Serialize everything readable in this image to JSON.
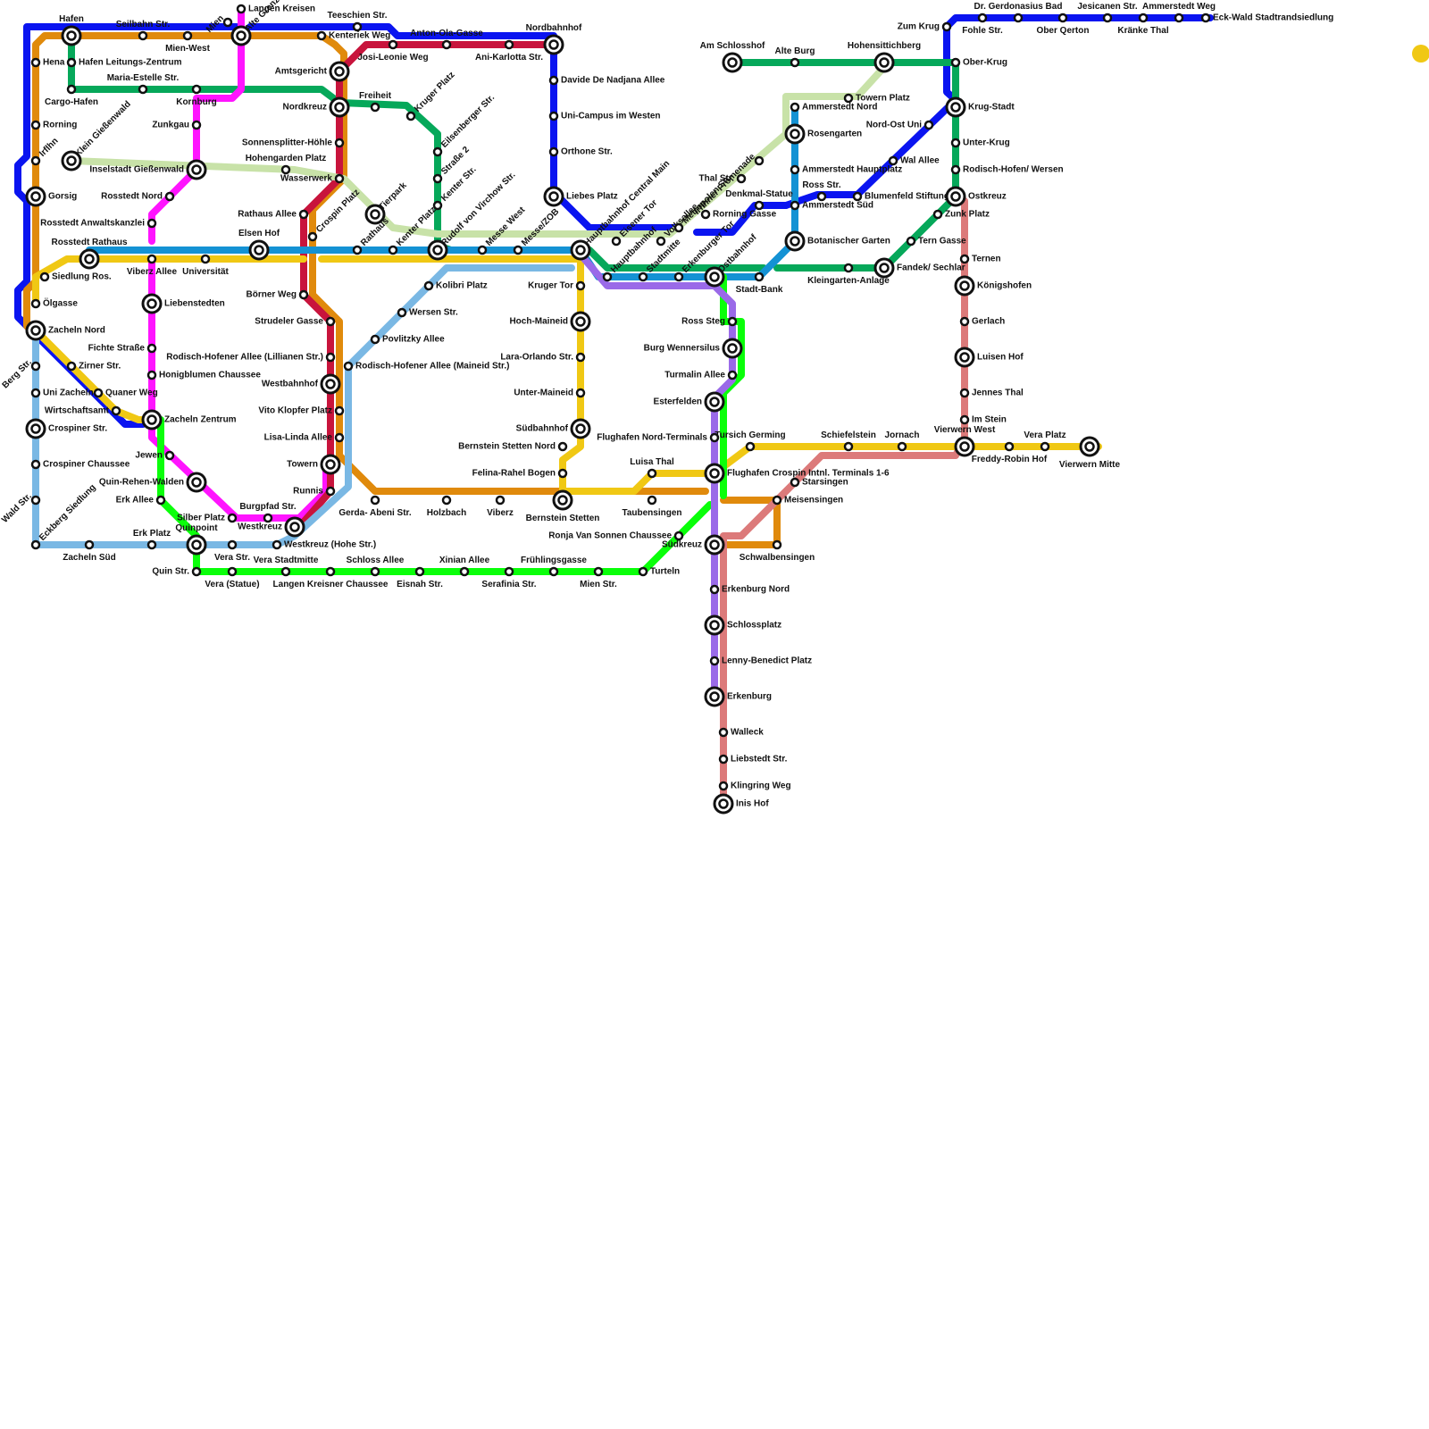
{
  "lines": [
    {
      "id": "blue",
      "color": "#0a14f0"
    },
    {
      "id": "orange",
      "color": "#e08a0c"
    },
    {
      "id": "green",
      "color": "#06a85a"
    },
    {
      "id": "magenta",
      "color": "#ff14ff"
    },
    {
      "id": "crimson",
      "color": "#c8143c"
    },
    {
      "id": "yellow",
      "color": "#f0c814"
    },
    {
      "id": "lightblue",
      "color": "#7ab8e4"
    },
    {
      "id": "skyblue",
      "color": "#1492d4"
    },
    {
      "id": "palegreen",
      "color": "#c8e2a8"
    },
    {
      "id": "lime",
      "color": "#0aff0a"
    },
    {
      "id": "purple",
      "color": "#9a6ae8"
    },
    {
      "id": "salmon",
      "color": "#dc7a7a"
    }
  ],
  "stations": [
    {
      "name": "Hafen",
      "interchange": true
    },
    {
      "name": "Seilbahn Str.",
      "interchange": false
    },
    {
      "name": "Mien-West",
      "interchange": false
    },
    {
      "name": "Mien",
      "interchange": false
    },
    {
      "name": "Langen Kreisen",
      "interchange": false
    },
    {
      "name": "Alte Grenzstadt Nordberg",
      "interchange": true
    },
    {
      "name": "Teeschien Str.",
      "interchange": false
    },
    {
      "name": "Kenteriek Weg",
      "interchange": false
    },
    {
      "name": "Anton-Ola-Gasse",
      "interchange": false
    },
    {
      "name": "Josi-Leonie Weg",
      "interchange": false
    },
    {
      "name": "Ani-Karlotta Str.",
      "interchange": false
    },
    {
      "name": "Nordbahnhof",
      "interchange": true
    },
    {
      "name": "Hena",
      "interchange": false
    },
    {
      "name": "Hafen Leitungs-Zentrum",
      "interchange": false
    },
    {
      "name": "Cargo-Hafen",
      "interchange": false
    },
    {
      "name": "Maria-Estelle Str.",
      "interchange": false
    },
    {
      "name": "Kornburg",
      "interchange": false
    },
    {
      "name": "Amtsgericht",
      "interchange": true
    },
    {
      "name": "Nordkreuz",
      "interchange": true
    },
    {
      "name": "Freiheit",
      "interchange": false
    },
    {
      "name": "Kruger Platz",
      "interchange": false
    },
    {
      "name": "Eilsenberger Str.",
      "interchange": false
    },
    {
      "name": "Davide De Nadjana Allee",
      "interchange": false
    },
    {
      "name": "Uni-Campus im Westen",
      "interchange": false
    },
    {
      "name": "Orthone Str.",
      "interchange": false
    },
    {
      "name": "Liebes Platz",
      "interchange": true
    },
    {
      "name": "Rorning",
      "interchange": false
    },
    {
      "name": "Irflhn",
      "interchange": false
    },
    {
      "name": "Klein Gießenwald",
      "interchange": true
    },
    {
      "name": "Zunkgau",
      "interchange": false
    },
    {
      "name": "Inselstadt Gießenwald",
      "interchange": true
    },
    {
      "name": "Sonnensplitter-Höhle",
      "interchange": false
    },
    {
      "name": "Hohengarden Platz",
      "interchange": false
    },
    {
      "name": "Wasserwerk",
      "interchange": false
    },
    {
      "name": "Straße 2",
      "interchange": false
    },
    {
      "name": "Kenter Str.",
      "interchange": false
    },
    {
      "name": "Gorsig",
      "interchange": true
    },
    {
      "name": "Rosstedt Nord",
      "interchange": false
    },
    {
      "name": "Tierpark",
      "interchange": true
    },
    {
      "name": "Rathaus Allee",
      "interchange": false
    },
    {
      "name": "Crospin Platz",
      "interchange": false
    },
    {
      "name": "Rosstedt Anwaltskanzlei",
      "interchange": false
    },
    {
      "name": "Rosstedt Rathaus",
      "interchange": true
    },
    {
      "name": "Elsen Hof",
      "interchange": true
    },
    {
      "name": "Rathaus",
      "interchange": false
    },
    {
      "name": "Kenter Platz",
      "interchange": false
    },
    {
      "name": "Rudolf von Virchow Str.",
      "interchange": true
    },
    {
      "name": "Messe West",
      "interchange": false
    },
    {
      "name": "Messe/ZOB",
      "interchange": false
    },
    {
      "name": "Hauptbahnhof Central Main",
      "interchange": true
    },
    {
      "name": "Viberz Allee",
      "interchange": false
    },
    {
      "name": "Universität",
      "interchange": false
    },
    {
      "name": "Siedlung Ros.",
      "interchange": false
    },
    {
      "name": "Ölgasse",
      "interchange": false
    },
    {
      "name": "Zacheln Nord",
      "interchange": true
    },
    {
      "name": "Liebenstedten",
      "interchange": true
    },
    {
      "name": "Börner Weg",
      "interchange": false
    },
    {
      "name": "Kolibri Platz",
      "interchange": false
    },
    {
      "name": "Kruger Tor",
      "interchange": false
    },
    {
      "name": "Strudeler Gasse",
      "interchange": false
    },
    {
      "name": "Wersen Str.",
      "interchange": false
    },
    {
      "name": "Povlitzky Allee",
      "interchange": false
    },
    {
      "name": "Hoch-Maineid",
      "interchange": true
    },
    {
      "name": "Fichte Straße",
      "interchange": false
    },
    {
      "name": "Rodisch-Hofener Allee (Lillianen Str.)",
      "interchange": false
    },
    {
      "name": "Rodisch-Hofener Allee (Maineid Str.)",
      "interchange": false
    },
    {
      "name": "Lara-Orlando Str.",
      "interchange": false
    },
    {
      "name": "Berg Str.",
      "interchange": false
    },
    {
      "name": "Zirner Str.",
      "interchange": false
    },
    {
      "name": "Honigblumen Chaussee",
      "interchange": false
    },
    {
      "name": "Westbahnhof",
      "interchange": true
    },
    {
      "name": "Uni Zacheln",
      "interchange": false
    },
    {
      "name": "Quaner Weg",
      "interchange": false
    },
    {
      "name": "Unter-Maineid",
      "interchange": false
    },
    {
      "name": "Wirtschaftsamt",
      "interchange": false
    },
    {
      "name": "Vito Klopfer Platz",
      "interchange": false
    },
    {
      "name": "Zacheln Zentrum",
      "interchange": true
    },
    {
      "name": "Crospiner Str.",
      "interchange": true
    },
    {
      "name": "Südbahnhof",
      "interchange": true
    },
    {
      "name": "Lisa-Linda Allee",
      "interchange": false
    },
    {
      "name": "Bernstein Stetten Nord",
      "interchange": false
    },
    {
      "name": "Jewen",
      "interchange": false
    },
    {
      "name": "Towern",
      "interchange": true
    },
    {
      "name": "Crospiner Chaussee",
      "interchange": false
    },
    {
      "name": "Felina-Rahel Bogen",
      "interchange": false
    },
    {
      "name": "Quin-Rehen-Walden",
      "interchange": true
    },
    {
      "name": "Runnis",
      "interchange": false
    },
    {
      "name": "Erk Allee",
      "interchange": false
    },
    {
      "name": "Gerda- Abeni Str.",
      "interchange": false
    },
    {
      "name": "Holzbach",
      "interchange": false
    },
    {
      "name": "Viberz",
      "interchange": false
    },
    {
      "name": "Bernstein Stetten",
      "interchange": true
    },
    {
      "name": "Wald Str.",
      "interchange": false
    },
    {
      "name": "Eckberg Siedlung",
      "interchange": false
    },
    {
      "name": "Burgpfad Str.",
      "interchange": false
    },
    {
      "name": "Silber Platz",
      "interchange": false
    },
    {
      "name": "Westkreuz",
      "interchange": true
    },
    {
      "name": "Erk Platz",
      "interchange": false
    },
    {
      "name": "Quinpoint",
      "interchange": true
    },
    {
      "name": "Zacheln Süd",
      "interchange": false
    },
    {
      "name": "Vera Str.",
      "interchange": false
    },
    {
      "name": "Westkreuz (Hohe Str.)",
      "interchange": false
    },
    {
      "name": "Quin Str.",
      "interchange": false
    },
    {
      "name": "Vera (Statue)",
      "interchange": false
    },
    {
      "name": "Vera Stadtmitte",
      "interchange": false
    },
    {
      "name": "Langen Kreisner Chaussee",
      "interchange": false
    },
    {
      "name": "Schloss Allee",
      "interchange": false
    },
    {
      "name": "Eisnah Str.",
      "interchange": false
    },
    {
      "name": "Xinian Allee",
      "interchange": false
    },
    {
      "name": "Serafinia Str.",
      "interchange": false
    },
    {
      "name": "Frühlingsgasse",
      "interchange": false
    },
    {
      "name": "Mien Str.",
      "interchange": false
    },
    {
      "name": "Turteln",
      "interchange": false
    },
    {
      "name": "Am Schlosshof",
      "interchange": true
    },
    {
      "name": "Alte Burg",
      "interchange": false
    },
    {
      "name": "Hohensittichberg",
      "interchange": true
    },
    {
      "name": "Zum Krug",
      "interchange": false
    },
    {
      "name": "Fohle Str.",
      "interchange": false
    },
    {
      "name": "Dr. Gerdonasius Bad",
      "interchange": false
    },
    {
      "name": "Ober Qerton",
      "interchange": false
    },
    {
      "name": "Jesicanen Str.",
      "interchange": false
    },
    {
      "name": "Kränke Thal",
      "interchange": false
    },
    {
      "name": "Ammerstedt Weg",
      "interchange": false
    },
    {
      "name": "Eck-Wald Stadtrandsiedlung",
      "interchange": false
    },
    {
      "name": "Ober-Krug",
      "interchange": false
    },
    {
      "name": "Towern Platz",
      "interchange": false
    },
    {
      "name": "Ammerstedt Nord",
      "interchange": false
    },
    {
      "name": "Irflhner Promenade",
      "interchange": false
    },
    {
      "name": "Krug-Stadt",
      "interchange": true
    },
    {
      "name": "Rosengarten",
      "interchange": true
    },
    {
      "name": "Nord-Ost Uni",
      "interchange": false
    },
    {
      "name": "Unter-Krug",
      "interchange": false
    },
    {
      "name": "Ammerstedt Hauptplatz",
      "interchange": false
    },
    {
      "name": "Wal Allee",
      "interchange": false
    },
    {
      "name": "Rodisch-Hofen/ Wersen",
      "interchange": false
    },
    {
      "name": "Thal Str.",
      "interchange": false
    },
    {
      "name": "Ross Str.",
      "interchange": false
    },
    {
      "name": "Denkmal-Statue",
      "interchange": false
    },
    {
      "name": "Blumenfeld Stiftung",
      "interchange": false
    },
    {
      "name": "Ostkreuz",
      "interchange": true
    },
    {
      "name": "Ammerstedt Süd",
      "interchange": false
    },
    {
      "name": "Rorning Gasse",
      "interchange": false
    },
    {
      "name": "Zunk Platz",
      "interchange": false
    },
    {
      "name": "Eisener Tor",
      "interchange": false
    },
    {
      "name": "Volksallee",
      "interchange": false
    },
    {
      "name": "Metropolen Str.",
      "interchange": false
    },
    {
      "name": "Botanischer Garten",
      "interchange": true
    },
    {
      "name": "Tern Gasse",
      "interchange": false
    },
    {
      "name": "Ternen",
      "interchange": false
    },
    {
      "name": "Hauptbahnhof",
      "interchange": false
    },
    {
      "name": "Stadtmitte",
      "interchange": false
    },
    {
      "name": "Erkenburger Tor",
      "interchange": false
    },
    {
      "name": "Ostbahnhof",
      "interchange": true
    },
    {
      "name": "Stadt-Bank",
      "interchange": false
    },
    {
      "name": "Kleingarten-Anlage",
      "interchange": false
    },
    {
      "name": "Fandek/ Sechlar",
      "interchange": true
    },
    {
      "name": "Königshofen",
      "interchange": true
    },
    {
      "name": "Ross Steg",
      "interchange": false
    },
    {
      "name": "Gerlach",
      "interchange": false
    },
    {
      "name": "Burg Wennersilus",
      "interchange": true
    },
    {
      "name": "Luisen Hof",
      "interchange": true
    },
    {
      "name": "Turmalin Allee",
      "interchange": false
    },
    {
      "name": "Jennes Thal",
      "interchange": false
    },
    {
      "name": "Esterfelden",
      "interchange": true
    },
    {
      "name": "Im Stein",
      "interchange": false
    },
    {
      "name": "Flughafen Nord-Terminals",
      "interchange": false
    },
    {
      "name": "Tursich Germing",
      "interchange": false
    },
    {
      "name": "Schiefelstein",
      "interchange": false
    },
    {
      "name": "Jornach",
      "interchange": false
    },
    {
      "name": "Vierwern West",
      "interchange": true
    },
    {
      "name": "Vera Platz",
      "interchange": false
    },
    {
      "name": "Vierwern Mitte",
      "interchange": true
    },
    {
      "name": "Freddy-Robin Hof",
      "interchange": false
    },
    {
      "name": "Luisa Thal",
      "interchange": false
    },
    {
      "name": "Flughafen Crospin Intnl. Terminals 1-6",
      "interchange": true
    },
    {
      "name": "Starsingen",
      "interchange": false
    },
    {
      "name": "Meisensingen",
      "interchange": false
    },
    {
      "name": "Taubensingen",
      "interchange": false
    },
    {
      "name": "Ronja Van Sonnen Chaussee",
      "interchange": false
    },
    {
      "name": "Südkreuz",
      "interchange": true
    },
    {
      "name": "Schwalbensingen",
      "interchange": false
    },
    {
      "name": "Erkenburg Nord",
      "interchange": false
    },
    {
      "name": "Schlossplatz",
      "interchange": true
    },
    {
      "name": "Lenny-Benedict Platz",
      "interchange": false
    },
    {
      "name": "Erkenburg",
      "interchange": true
    },
    {
      "name": "Walleck",
      "interchange": false
    },
    {
      "name": "Liebstedt Str.",
      "interchange": false
    },
    {
      "name": "Klingring Weg",
      "interchange": false
    },
    {
      "name": "Inis Hof",
      "interchange": true
    }
  ]
}
